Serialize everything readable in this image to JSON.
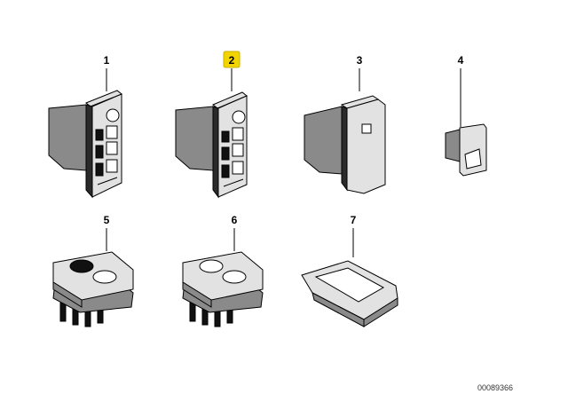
{
  "parts": [
    {
      "number": "1",
      "highlighted": false
    },
    {
      "number": "2",
      "highlighted": true
    },
    {
      "number": "3",
      "highlighted": false
    },
    {
      "number": "4",
      "highlighted": false
    },
    {
      "number": "5",
      "highlighted": false
    },
    {
      "number": "6",
      "highlighted": false
    },
    {
      "number": "7",
      "highlighted": false
    }
  ],
  "highlight_color": "#f2d500",
  "document_number": "00089366"
}
